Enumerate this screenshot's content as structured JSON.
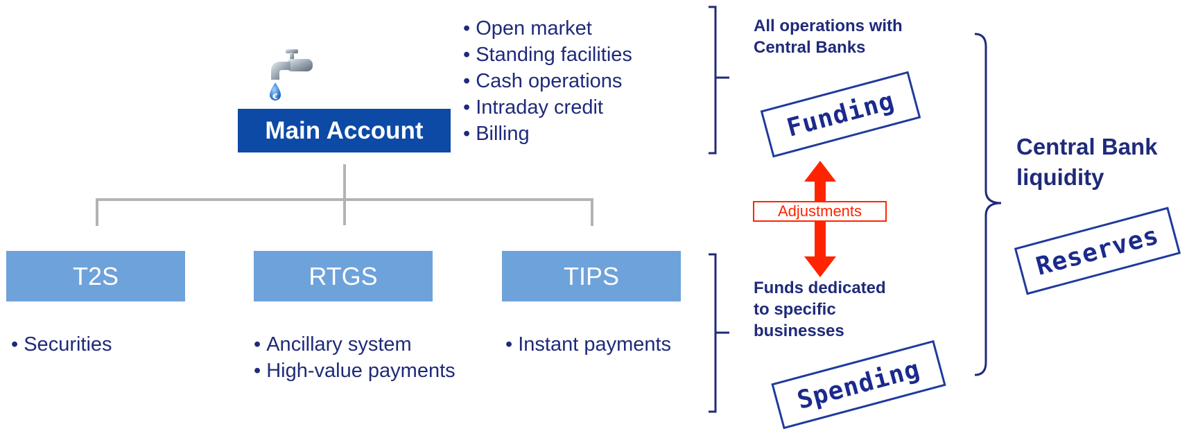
{
  "main_account": {
    "label": "Main Account",
    "functions": [
      "Open market",
      "Standing facilities",
      "Cash operations",
      "Intraday credit",
      "Billing"
    ]
  },
  "sub_accounts": [
    {
      "label": "T2S",
      "items": [
        "Securities"
      ]
    },
    {
      "label": "RTGS",
      "items": [
        "Ancillary system",
        "High-value payments"
      ]
    },
    {
      "label": "TIPS",
      "items": [
        "Instant payments"
      ]
    }
  ],
  "top_group": {
    "title_line1": "All operations with",
    "title_line2": "Central Banks",
    "stamp": "Funding"
  },
  "bottom_group": {
    "title_line1": "Funds dedicated",
    "title_line2": "to specific",
    "title_line3": "businesses",
    "stamp": "Spending"
  },
  "adjustments": {
    "label": "Adjustments"
  },
  "liquidity": {
    "line1": "Central Bank",
    "line2": "liquidity",
    "stamp": "Reserves"
  },
  "colors": {
    "main_box": "#0c4aa6",
    "sub_box": "#6ea2da",
    "text": "#1f2a7a",
    "arrow": "#ff2400",
    "connector": "#b3b3b3"
  },
  "icons": {
    "main_account_icon": "faucet-euro-drop-icon"
  }
}
